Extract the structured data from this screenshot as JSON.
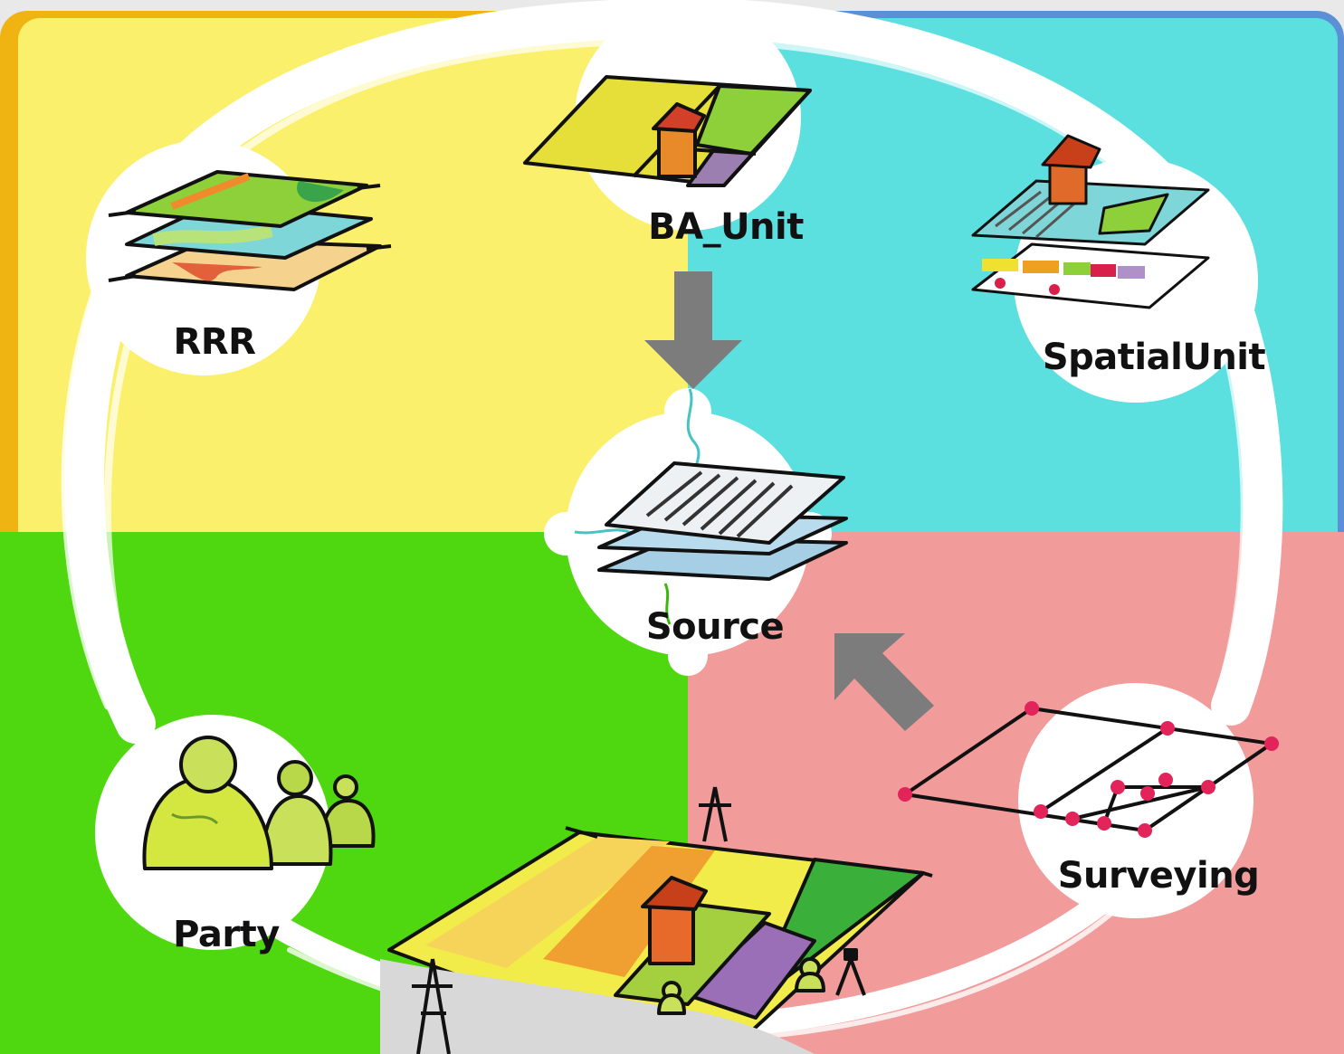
{
  "colors": {
    "yellow_quadrant": "#fbf06c",
    "cyan_quadrant": "#5cdfdf",
    "green_quadrant": "#4fd70f",
    "pink_quadrant": "#f19b9b",
    "yellow_border": "#f0b412",
    "blue_border": "#5b8fd6",
    "arrow": "#7c7c7c",
    "ring": "#ffffff"
  },
  "nodes": {
    "rrr": "RRR",
    "ba_unit": "BA_Unit",
    "spatial_unit": "SpatialUnit",
    "source": "Source",
    "surveying": "Surveying",
    "party": "Party"
  },
  "icons": {
    "rrr": "layered-land-maps-icon",
    "ba_unit": "land-parcel-with-house-icon",
    "spatial_unit": "cadastral-map-with-house-icon",
    "source": "document-stack-icon",
    "surveying": "survey-points-grid-icon",
    "party": "people-group-icon",
    "landscape": "land-parcels-landscape-icon"
  }
}
